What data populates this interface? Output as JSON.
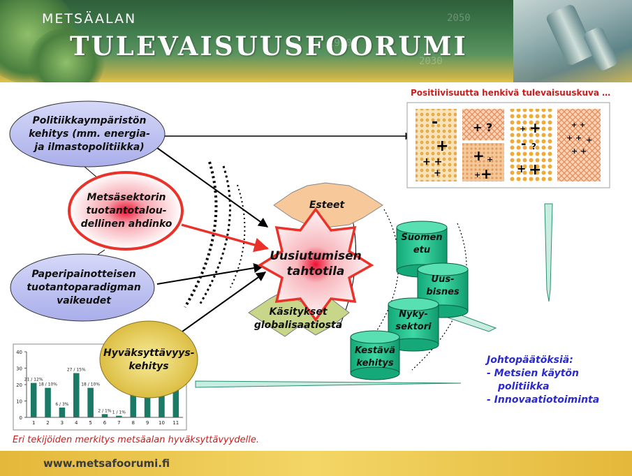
{
  "header": {
    "brand_small": "METSÄALAN",
    "brand_big": "TULEVAISUUSFOORUMI"
  },
  "drivers": {
    "politics": [
      "Politiikkaympäristön",
      "kehitys (mm. energia-",
      "ja ilmastopolitiikka)"
    ],
    "crisis": [
      "Metsäsektorin",
      "tuotantotalou-",
      "dellinen ahdinko"
    ],
    "paper": [
      "Paperipainotteisen",
      "tuotantoparadigman",
      "vaikeudet"
    ],
    "acceptability": [
      "Hyväksyttävyys-",
      "kehitys"
    ]
  },
  "center": {
    "obstacles": "Esteet",
    "renewal": [
      "Uusiutumisen",
      "tahtotila"
    ],
    "globalization": [
      "Käsitykset",
      "globalisaatiosta"
    ]
  },
  "cylinders": {
    "finland": [
      "Suomen",
      "etu"
    ],
    "newbiz": [
      "Uus-",
      "bisnes"
    ],
    "current": [
      "Nyky-",
      "sektori"
    ],
    "sustainable": [
      "Kestävä",
      "kehitys"
    ]
  },
  "future_caption": "Positiivisuutta henkivä tulevaisuuskuva …",
  "conclusions": {
    "title": "Johtopäätöksiä:",
    "item1_a": "- Metsien käytön",
    "item1_b": "politiikka",
    "item2": "- Innovaatiotoiminta"
  },
  "chart_caption": "Eri tekijöiden merkitys metsäalan hyväksyttävyydelle.",
  "footer": {
    "url": "www.metsafoorumi.fi"
  },
  "colors": {
    "ellipse_blue": "#b9bdf0",
    "ellipse_red": "#e8322a",
    "ellipse_yellow": "#e8cc55",
    "star_orange": "#f6c89a",
    "star_green": "#c8d68a",
    "cylinder": "#1fbf8a",
    "bars": "#1a7a66"
  },
  "chart_data": {
    "type": "bar",
    "categories": [
      "1",
      "2",
      "3",
      "4",
      "5",
      "6",
      "7",
      "8",
      "9",
      "10",
      "11"
    ],
    "values": [
      21,
      18,
      6,
      27,
      18,
      2,
      1,
      20,
      13,
      18,
      20
    ],
    "data_labels": [
      "21 / 12%",
      "18 / 10%",
      "6 / 3%",
      "27 / 15%",
      "18 / 10%",
      "2 / 1%",
      "1 / 1%",
      "",
      "13 / 7%",
      "",
      ""
    ],
    "ylim": [
      0,
      40
    ],
    "yticks": [
      0,
      10,
      20,
      30,
      40
    ],
    "title": "",
    "xlabel": "",
    "ylabel": ""
  }
}
